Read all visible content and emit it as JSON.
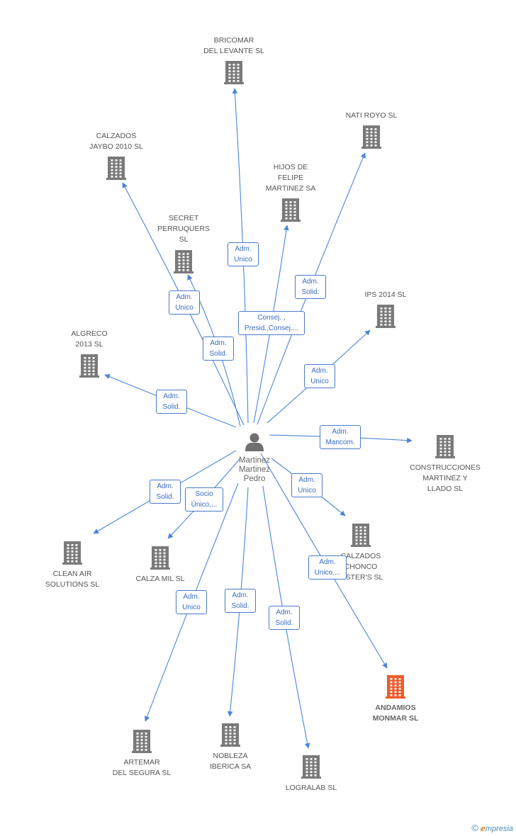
{
  "colors": {
    "edge": "#4a86d8",
    "company": "#7a7a7a",
    "highlight": "#f05a2a",
    "role_border": "#4a7bc8",
    "role_text": "#3a6cc0"
  },
  "person": {
    "name_lines": [
      "Martinez",
      "Martinez",
      "Pedro"
    ],
    "icon": "person-icon"
  },
  "companies": [
    {
      "id": "bricomar",
      "lines": [
        "BRICOMAR",
        "DEL LEVANTE SL"
      ]
    },
    {
      "id": "nati-royo",
      "lines": [
        "NATI ROYO SL"
      ]
    },
    {
      "id": "calzados-jaybo",
      "lines": [
        "CALZADOS",
        "JAYBO 2010 SL"
      ]
    },
    {
      "id": "hijos-felipe",
      "lines": [
        "HIJOS DE",
        "FELIPE",
        "MARTINEZ SA"
      ]
    },
    {
      "id": "secret-perruquers",
      "lines": [
        "SECRET",
        "PERRUQUERS",
        "SL"
      ]
    },
    {
      "id": "ips-2014",
      "lines": [
        "IPS 2014  SL"
      ]
    },
    {
      "id": "algreco",
      "lines": [
        "ALGRECO",
        "2013 SL"
      ]
    },
    {
      "id": "construcciones",
      "lines": [
        "CONSTRUCCIONES",
        "MARTINEZ Y",
        "LLADO SL"
      ]
    },
    {
      "id": "calzados-chonco",
      "lines": [
        "CALZADOS",
        "CHONCO",
        "SISTER'S SL"
      ]
    },
    {
      "id": "clean-air",
      "lines": [
        "CLEAN AIR",
        "SOLUTIONS  SL"
      ]
    },
    {
      "id": "calza-mil",
      "lines": [
        "CALZA MIL  SL"
      ]
    },
    {
      "id": "andamios",
      "lines": [
        "ANDAMIOS",
        "MONMAR SL"
      ],
      "highlight": true
    },
    {
      "id": "artemar",
      "lines": [
        "ARTEMAR",
        "DEL SEGURA SL"
      ]
    },
    {
      "id": "nobleza",
      "lines": [
        "NOBLEZA",
        "IBERICA SA"
      ]
    },
    {
      "id": "logralab",
      "lines": [
        "LOGRALAB SL"
      ]
    }
  ],
  "roles": [
    {
      "target": "bricomar",
      "lines": [
        "Adm.",
        "Unico"
      ]
    },
    {
      "target": "nati-royo",
      "lines": [
        "Adm.",
        "Solid."
      ]
    },
    {
      "target": "calzados-jaybo",
      "lines": [
        "Adm.",
        "Unico"
      ]
    },
    {
      "target": "hijos-felipe",
      "lines": [
        "Consej. ,",
        "Presid.,Consej...."
      ]
    },
    {
      "target": "secret-perruquers",
      "lines": [
        "Adm.",
        "Solid."
      ]
    },
    {
      "target": "ips-2014",
      "lines": [
        "Adm.",
        "Unico"
      ]
    },
    {
      "target": "algreco",
      "lines": [
        "Adm.",
        "Solid."
      ]
    },
    {
      "target": "construcciones",
      "lines": [
        "Adm.",
        "Mancom."
      ]
    },
    {
      "target": "calzados-chonco",
      "lines": [
        "Adm.",
        "Unico"
      ]
    },
    {
      "target": "clean-air",
      "lines": [
        "Adm.",
        "Solid."
      ]
    },
    {
      "target": "calza-mil",
      "lines": [
        "Socio",
        "Único,..."
      ]
    },
    {
      "target": "andamios",
      "lines": [
        "Adm.",
        "Unico,..."
      ]
    },
    {
      "target": "artemar",
      "lines": [
        "Adm.",
        "Unico"
      ]
    },
    {
      "target": "nobleza",
      "lines": [
        "Adm.",
        "Solid."
      ]
    },
    {
      "target": "logralab",
      "lines": [
        "Adm.",
        "Solid."
      ]
    }
  ],
  "brand": {
    "copyright": "©",
    "initial": "e",
    "rest": "mpresia"
  }
}
